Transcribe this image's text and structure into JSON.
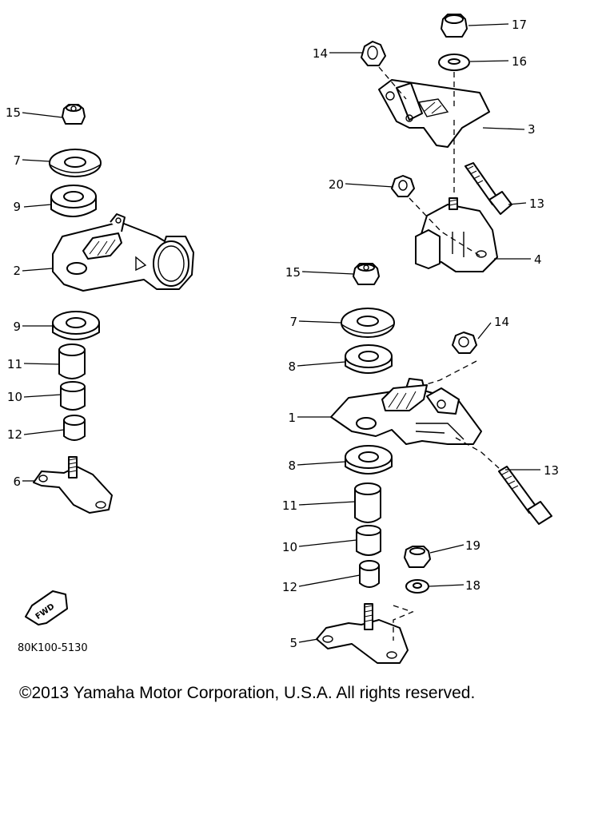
{
  "diagram": {
    "code": "80K100-5130",
    "fwd_label": "FWD",
    "callouts": {
      "l15": "15",
      "l7": "7",
      "l9a": "9",
      "l2": "2",
      "l9b": "9",
      "l11": "11",
      "l10": "10",
      "l12": "12",
      "l6": "6",
      "r17": "17",
      "r14a": "14",
      "r16": "16",
      "r3": "3",
      "r20": "20",
      "r13a": "13",
      "r4": "4",
      "r15": "15",
      "r7": "7",
      "r14b": "14",
      "r8a": "8",
      "r1": "1",
      "r8b": "8",
      "r13b": "13",
      "r11": "11",
      "r19": "19",
      "r10": "10",
      "r18": "18",
      "r12": "12",
      "r5": "5"
    }
  },
  "footer": {
    "copyright": "©2013 Yamaha Motor Corporation, U.S.A. All rights reserved."
  }
}
